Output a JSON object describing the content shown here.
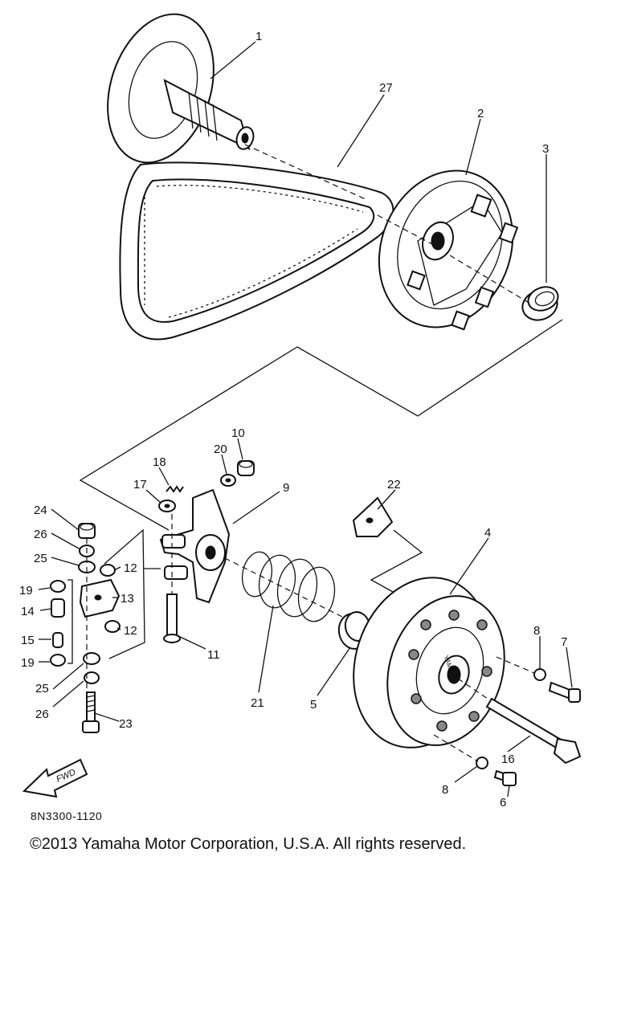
{
  "diagram": {
    "callouts": [
      "1",
      "27",
      "2",
      "3",
      "10",
      "20",
      "18",
      "17",
      "9",
      "22",
      "24",
      "26",
      "25",
      "12",
      "19",
      "13",
      "14",
      "15",
      "12",
      "19",
      "25",
      "26",
      "23",
      "11",
      "21",
      "5",
      "4",
      "8",
      "7",
      "16",
      "8",
      "6"
    ],
    "fwd_label": "FWD",
    "code": "8N3300-1120"
  },
  "footer": {
    "copyright": "©2013 Yamaha Motor Corporation, U.S.A. All rights reserved."
  }
}
